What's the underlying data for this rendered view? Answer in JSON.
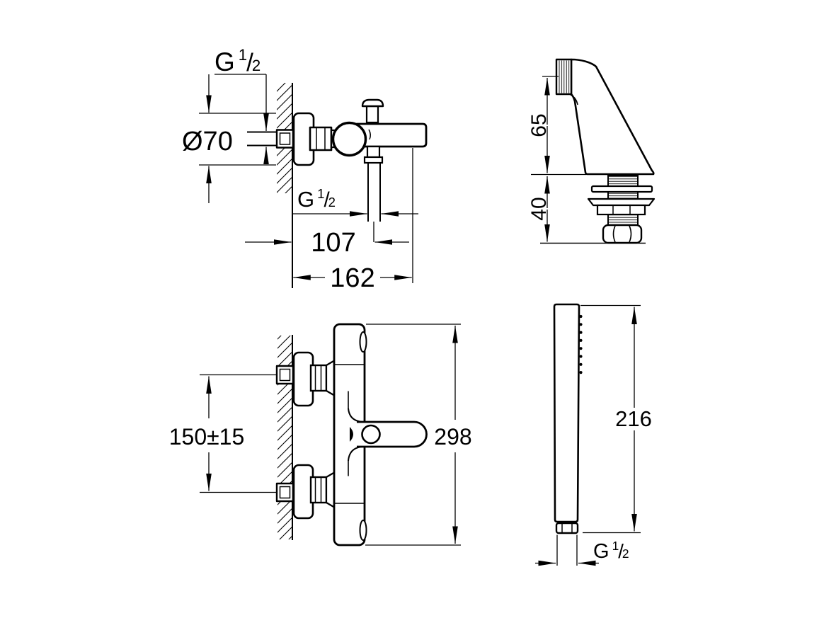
{
  "drawing": {
    "background": "#ffffff",
    "ink": "#000000",
    "views": {
      "mixer_side": {
        "thread_wall_label": {
          "g": "G",
          "sup": "1",
          "slash": "/",
          "sub": "2"
        },
        "flange_diameter": "Ø70",
        "hose_thread_label": {
          "g": "G",
          "sup": "1",
          "slash": "/",
          "sub": "2"
        },
        "wall_to_hose_centre": "107",
        "overall_projection": "162"
      },
      "holder": {
        "height_above_mount": "65",
        "height_below_mount": "40"
      },
      "mixer_front": {
        "connection_centres": "150±15",
        "overall_height": "298"
      },
      "hand_shower": {
        "overall_length": "216",
        "thread_label": {
          "g": "G",
          "sup": "1",
          "slash": "/",
          "sub": "2"
        }
      }
    }
  }
}
